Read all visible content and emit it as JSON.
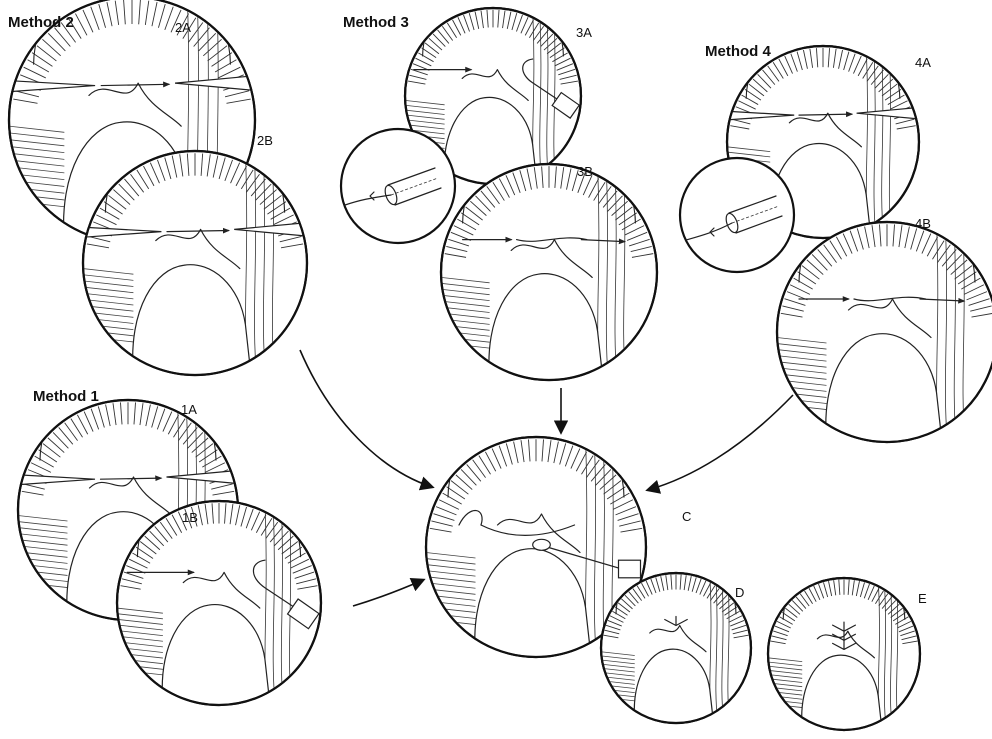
{
  "figure": {
    "methods": [
      {
        "id": "method-2",
        "label": "Method 2",
        "panels": [
          "2A",
          "2B"
        ]
      },
      {
        "id": "method-3",
        "label": "Method 3",
        "panels": [
          "3A",
          "3B"
        ]
      },
      {
        "id": "method-4",
        "label": "Method 4",
        "panels": [
          "4A",
          "4B"
        ]
      },
      {
        "id": "method-1",
        "label": "Method 1",
        "panels": [
          "1A",
          "1B"
        ]
      }
    ],
    "final_panels": [
      "C",
      "D",
      "E"
    ],
    "labels": {
      "m2": "Method 2",
      "m3": "Method 3",
      "m4": "Method 4",
      "m1": "Method 1",
      "p2a": "2A",
      "p2b": "2B",
      "p3a": "3A",
      "p3b": "3B",
      "p4a": "4A",
      "p4b": "4B",
      "p1a": "1A",
      "p1b": "1B",
      "pc": "C",
      "pd": "D",
      "pe": "E"
    },
    "flow": [
      {
        "from": "2B",
        "to": "C"
      },
      {
        "from": "3B",
        "to": "C"
      },
      {
        "from": "4B",
        "to": "C"
      },
      {
        "from": "1B",
        "to": "C"
      }
    ],
    "colors": {
      "ink": "#111111",
      "paper": "#ffffff"
    }
  }
}
